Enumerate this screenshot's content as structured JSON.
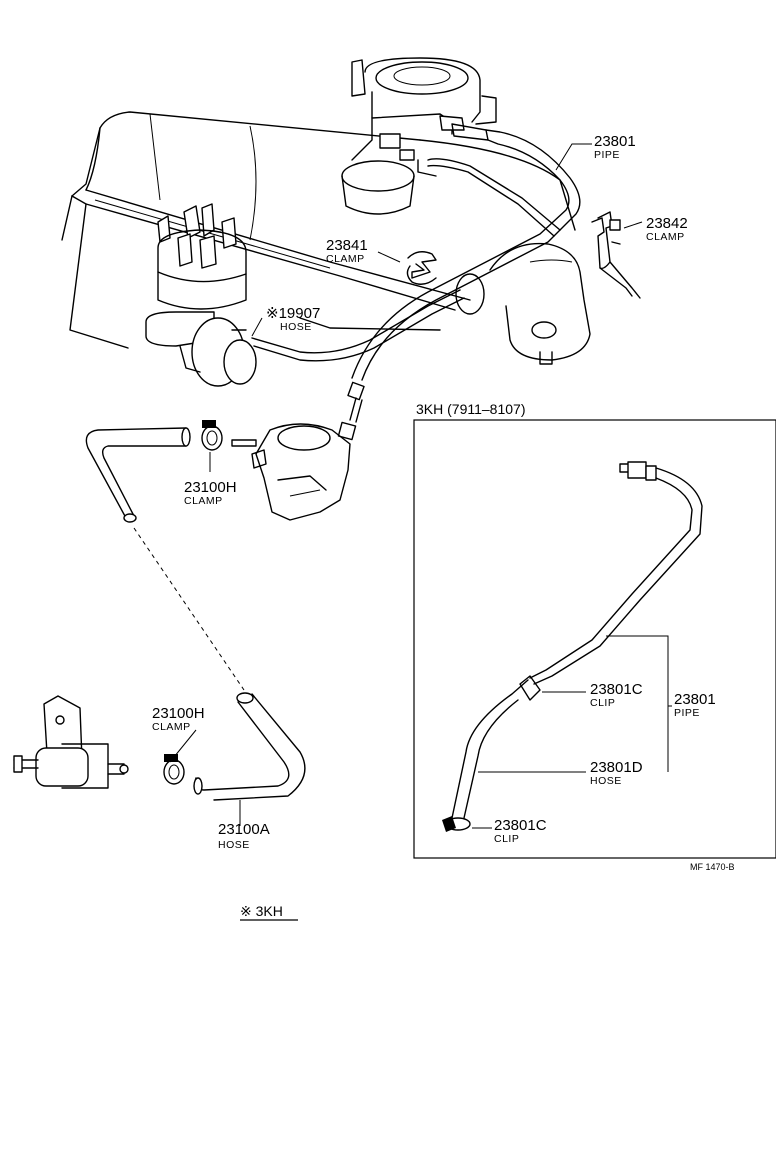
{
  "parts": {
    "p23801": {
      "number": "23801",
      "name": "PIPE"
    },
    "p23842": {
      "number": "23842",
      "name": "CLAMP"
    },
    "p23841": {
      "number": "23841",
      "name": "CLAMP"
    },
    "p19907": {
      "number": "※19907",
      "name": "HOSE"
    },
    "p23100h_top": {
      "number": "23100H",
      "name": "CLAMP"
    },
    "p23100h_bot": {
      "number": "23100H",
      "name": "CLAMP"
    },
    "p23100a": {
      "number": "23100A",
      "name": "HOSE"
    }
  },
  "inset": {
    "title": "3KH (7911–8107)",
    "c1": {
      "number": "23801C",
      "name": "CLIP"
    },
    "pipe": {
      "number": "23801",
      "name": "PIPE"
    },
    "d": {
      "number": "23801D",
      "name": "HOSE"
    },
    "c2": {
      "number": "23801C",
      "name": "CLIP"
    }
  },
  "figure_code": "MF 1470-B",
  "footnote": "※ 3KH"
}
